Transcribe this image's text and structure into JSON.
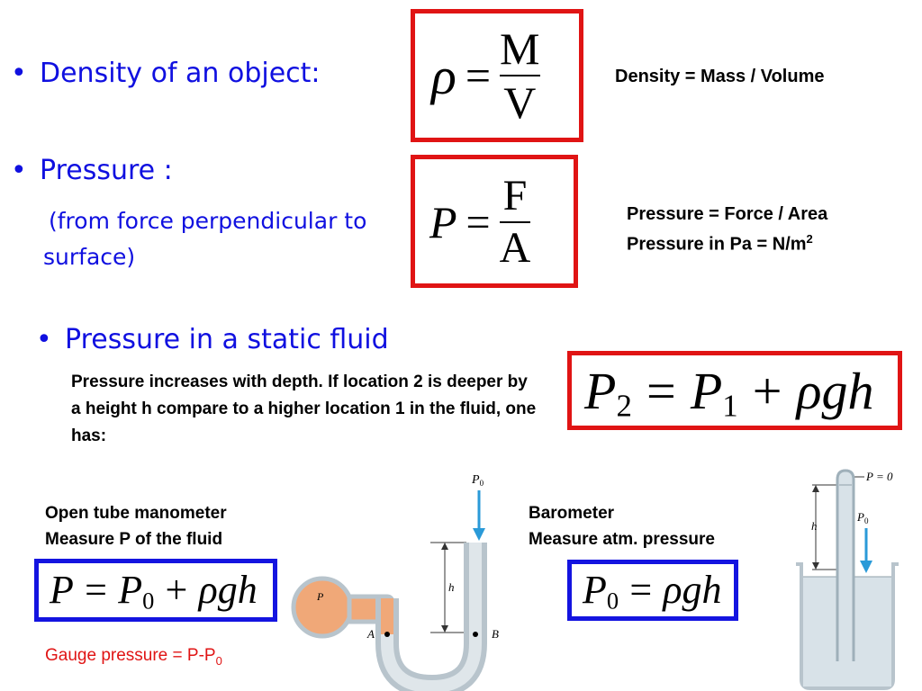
{
  "bullets": {
    "density_label": "Density of an object:",
    "pressure_label": "Pressure :",
    "pressure_note": "(from force perpendicular to surface)",
    "static_label": "Pressure in a static fluid",
    "bullet_glyph": "•"
  },
  "equations": {
    "density": {
      "lhs": "ρ",
      "eq": "=",
      "num": "M",
      "den": "V"
    },
    "pressure": {
      "lhs": "P",
      "eq": "=",
      "num": "F",
      "den": "A"
    },
    "static": {
      "P": "P",
      "sub2": "2",
      "eq": "=",
      "P1": "P",
      "sub1": "1",
      "plus": "+",
      "rhogh": "ρgh"
    },
    "manometer": {
      "P": "P",
      "eq": "=",
      "P0": "P",
      "sub0": "0",
      "plus": "+",
      "rhogh": "ρgh"
    },
    "barometer": {
      "P0": "P",
      "sub0": "0",
      "eq": "=",
      "rhogh": "ρgh"
    }
  },
  "notes": {
    "density_def": "Density = Mass / Volume",
    "pressure_def": "Pressure = Force / Area",
    "pressure_unit_prefix": "Pressure in Pa = N/m",
    "pressure_unit_exp": "2",
    "static_text": "Pressure increases with depth. If location 2 is deeper by a height h compare to a higher location 1 in the fluid, one has:",
    "manometer_title": "Open tube manometer",
    "manometer_sub": "Measure P of the fluid",
    "barometer_title": "Barometer",
    "barometer_sub": "Measure atm. pressure",
    "gauge_prefix": "Gauge pressure = P-P",
    "gauge_sub": "0"
  },
  "diagrams": {
    "manometer": {
      "p0": "P",
      "p0_sub": "0",
      "h": "h",
      "bulb": "P",
      "a": "A",
      "b": "B"
    },
    "barometer": {
      "p_zero": "P = 0",
      "h": "h",
      "p0": "P",
      "p0_sub": "0"
    }
  },
  "colors": {
    "red_box": "#e01414",
    "blue_box": "#1414e0",
    "bullet_text": "#1010e0",
    "gauge_text": "#e01414",
    "fluid": "#f0a878",
    "tube": "#b8c4cc",
    "arrow": "#2a9ad8"
  }
}
